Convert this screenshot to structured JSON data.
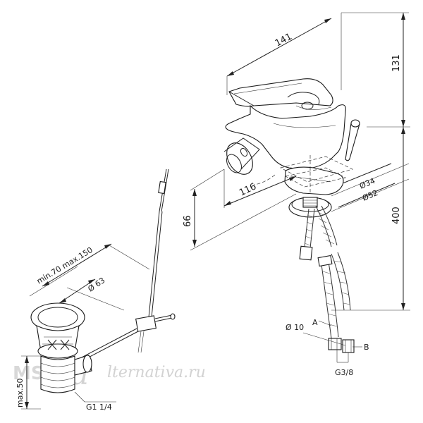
{
  "dimensions": {
    "width_top": "141",
    "height_top": "131",
    "reach": "116",
    "height_outlet": "66",
    "total_height": "400",
    "hole_inner": "Ø34",
    "hole_outer": "Ø52",
    "drain_range": "min.70  max.150",
    "drain_diameter": "Ø 63",
    "drain_height": "max.50",
    "drain_thread": "G1 1/4",
    "hose_diameter": "Ø 10",
    "hose_thread": "G3/8"
  },
  "labels": {
    "point_a": "A",
    "point_b": "B"
  },
  "watermark": {
    "left": "MSK-",
    "logo": "a",
    "right": "lternativa.ru"
  }
}
